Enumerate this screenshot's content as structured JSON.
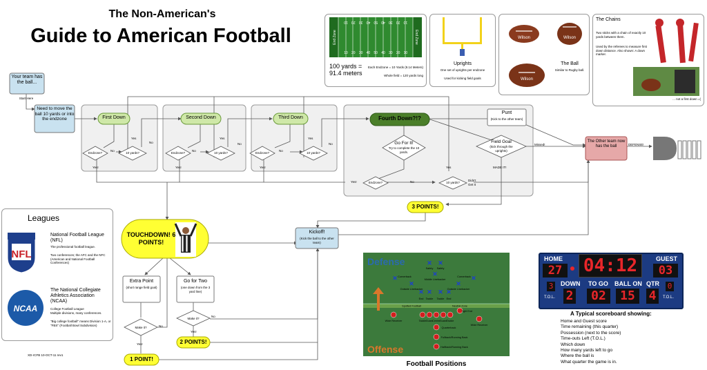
{
  "header": {
    "title_small": "The Non-American's",
    "title_big": "Guide to American Football"
  },
  "field_panel": {
    "yard_numbers_top": [
      "10",
      "20",
      "30",
      "40",
      "50",
      "40",
      "30",
      "20",
      "10"
    ],
    "yard_numbers_bottom": [
      "10",
      "20",
      "30",
      "40",
      "50",
      "40",
      "30",
      "20",
      "10"
    ],
    "endzone_left": "End Zone",
    "endzone_right": "End Zone",
    "length": "100 yards = 91.4 meters",
    "endzone_desc": "Each Endzone = 10 Yards (9.14 Meters)",
    "whole_field": "Whole field = 120 yards long"
  },
  "uprights_panel": {
    "title": "Uprights",
    "desc": "One set of uprights per endzone",
    "desc2": "Used for kicking field goals"
  },
  "ball_panel": {
    "ball_label_1": "Wilson",
    "ball_label_2": "Wilson",
    "ball_label_3": "Wilson",
    "title": "The Ball",
    "desc": "Similar to Rugby ball."
  },
  "chains_panel": {
    "title": "The Chains",
    "desc": "Two sticks with a chain of exactly 10 yards between them.",
    "desc2": "Used by the referees to measure first down distance. Also shown: A down marker.",
    "caption": "... not a first down =("
  },
  "flow": {
    "start": "Your team has the ball...",
    "start_here": "Start Here",
    "need_move": "Need to move the ball 10 yards or into the endzone",
    "first_down": "First Down",
    "second_down": "Second Down",
    "third_down": "Third Down",
    "fourth_down": "Fourth Down?!?",
    "endzone_q": "Endzone?",
    "ten_yards_q": "10 yards?",
    "no": "No",
    "yes": "Yes",
    "yes_excl": "Yes!",
    "go_for_it": "Go For It!",
    "go_for_it_desc": "Try to complete the 10 yards.",
    "punt": "Punt",
    "punt_desc": "(Kick to the other team)",
    "field_goal": "Field Goal",
    "field_goal_desc": "(kick through the uprights)",
    "missed": "Missed!",
    "made_it": "MADE IT!",
    "didnt_get_it": "Didn't Get It",
    "other_team": "The Other team now has the ball",
    "defense": "DEFENSE!",
    "three_points": "3 POINTS!",
    "touchdown": "TOUCHDOWN! 6 POINTS!",
    "kickoff": "Kickoff!",
    "kickoff_desc": "(Kick the ball to the other team)",
    "extra_point": "Extra Point",
    "extra_point_desc": "(short range field goal)",
    "go_for_two": "Go for Two",
    "go_for_two_desc": "(one down from the 3 yard line)",
    "make_it": "Make it?",
    "two_points": "2 POINTS!",
    "one_point": "1 POINT!",
    "version": "XD-rCFB 10-OCT-11 rev1"
  },
  "leagues": {
    "title": "Leagues",
    "nfl_logo": "NFL",
    "nfl_name": "National Football League (NFL)",
    "nfl_desc": "The professional football league.",
    "nfl_desc2": "Two conferences; the AFC and the NFC (American and National Football Conferences)",
    "ncaa_logo": "NCAA",
    "ncaa_name": "The National Collegiate Athletics Association (NCAA)",
    "ncaa_desc": "College Football League",
    "ncaa_desc2": "Multiple divisions, many conferences.",
    "ncaa_desc3": "\"Big college football\" means Division 1-A, or \"FBS\" (Football Bowl Subdivision)"
  },
  "positions": {
    "defense": "Defense",
    "offense": "Offense",
    "caption": "Football Positions",
    "safety1": "Safety",
    "safety2": "Safety",
    "middle_lb": "Middle Linebacker",
    "cornerback1": "Cornerback",
    "cornerback2": "Cornerback",
    "outside_lb1": "Outside Linebacker",
    "outside_lb2": "Outside Linebacker",
    "end1": "End",
    "tackle1": "Tackle",
    "tackle2": "Tackle",
    "end2": "End",
    "spotted_football": "Spotted Football",
    "neutral_zone": "Neutral Zone",
    "wide_receiver1": "Wide Receiver",
    "tackle_o1": "Tackle",
    "guard1": "Guard",
    "center": "Center",
    "guard2": "Guard",
    "tackle_o2": "Tackle",
    "tight_end": "Tight End",
    "wide_receiver2": "Wide Receiver",
    "quarterback": "Quarterback",
    "fullback": "Fullback/Running Back",
    "halfback": "Halfback/Running Back"
  },
  "scoreboard": {
    "home": "HOME",
    "guest": "GUEST",
    "home_score": "27",
    "guest_score": "03",
    "clock": "04:12",
    "down": "DOWN",
    "to_go": "TO GO",
    "ball_on": "BALL ON",
    "qtr": "QTR",
    "down_val": "2",
    "to_go_val": "02",
    "ball_on_val": "15",
    "qtr_val": "4",
    "tol_home": "3",
    "tol_guest": "0",
    "tol_label": "T.O.L.",
    "caption_title": "A Typical scoreboard showing:",
    "lines": [
      "Home and Guest score",
      "Time remaining (this quarter)",
      "Possession (next to the score)",
      "Time-outs Left (T.O.L.)",
      "Which down",
      "How many yards left to go",
      "Where the ball is",
      "What quarter the game is in."
    ]
  },
  "colors": {
    "green_dark": "#4b7f2a",
    "green_light": "#cfe8a8",
    "blue_box": "#c9e2f0",
    "pink_box": "#e6a8a8",
    "yellow": "#ffff33",
    "field_green": "#2f8a2f",
    "score_blue": "#1c3b82",
    "led_red": "#e8262a"
  }
}
